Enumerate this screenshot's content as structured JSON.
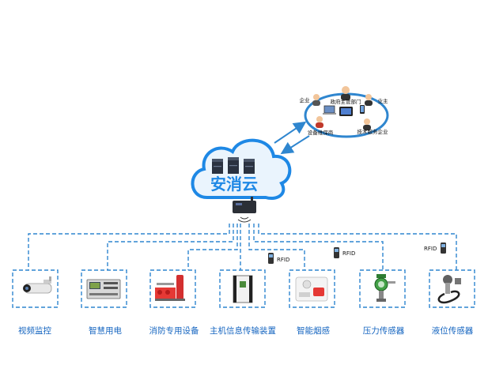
{
  "cloud": {
    "label": "安消云"
  },
  "stakeholders": [
    {
      "label": "企业"
    },
    {
      "label": "政府主管部门"
    },
    {
      "label": "业主"
    },
    {
      "label": "设备维保商"
    },
    {
      "label": "技术服务企业"
    }
  ],
  "devices": [
    {
      "label": "视频监控",
      "icon": "camera-icon"
    },
    {
      "label": "智慧用电",
      "icon": "power-meter-icon"
    },
    {
      "label": "消防专用设备",
      "icon": "fire-pump-icon"
    },
    {
      "label": "主机信息传输装置",
      "icon": "transmission-device-icon"
    },
    {
      "label": "智能烟感",
      "icon": "smoke-detector-icon"
    },
    {
      "label": "压力传感器",
      "icon": "pressure-sensor-icon"
    },
    {
      "label": "液位传感器",
      "icon": "level-sensor-icon"
    }
  ],
  "rfid_tags": [
    {
      "label": "RFID"
    },
    {
      "label": "RFID"
    },
    {
      "label": "RFID"
    }
  ],
  "colors": {
    "accent": "#1e88e5",
    "dash": "#2f86cf",
    "label": "#1565c0",
    "cloud_fill": "#eaf4fd"
  }
}
